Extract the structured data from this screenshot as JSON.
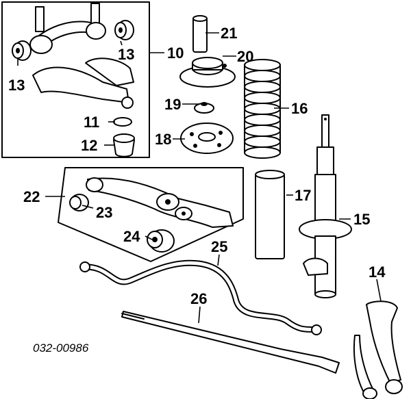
{
  "diagram": {
    "document_number": "032-00986",
    "callouts": {
      "c10": "10",
      "c11": "11",
      "c12": "12",
      "c13a": "13",
      "c13b": "13",
      "c14": "14",
      "c15": "15",
      "c16": "16",
      "c17": "17",
      "c18": "18",
      "c19": "19",
      "c20": "20",
      "c21": "21",
      "c22": "22",
      "c23": "23",
      "c24": "24",
      "c25": "25",
      "c26": "26"
    }
  }
}
